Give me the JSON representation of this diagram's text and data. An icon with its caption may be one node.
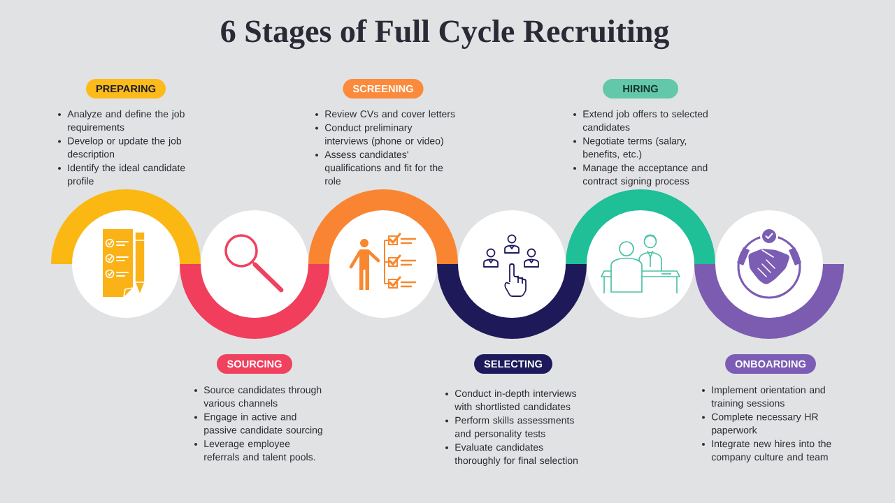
{
  "diagram": {
    "title": "6 Stages of Full Cycle Recruiting",
    "nodes": [
      {
        "text": [
          "PREPARING"
        ],
        "beside": [
          "Analyze and define the job requirements",
          "Develop or update the job description",
          "Identify the ideal candidate profile"
        ]
      },
      {
        "text": [
          "SCREENING"
        ],
        "beside": [
          "Review CVs and cover letters",
          "Conduct preliminary interviews (phone or video)",
          "Assess candidates' qualifications and fit for the role"
        ]
      },
      {
        "text": [
          "HIRING"
        ],
        "beside": [
          "Extend job offers to selected candidates",
          "Negotiate terms (salary, benefits, etc.)",
          "Manage the acceptance and contract signing process"
        ]
      },
      {
        "text": [],
        "shape": "circle"
      },
      {
        "text": [],
        "shape": "circle"
      },
      {
        "text": [],
        "shape": "circle"
      },
      {
        "text": [],
        "shape": "circle"
      },
      {
        "text": [],
        "shape": "circle"
      },
      {
        "text": [],
        "shape": "circle"
      },
      {
        "text": [
          "SOURCING"
        ],
        "beside": [
          "Source candidates through various channels",
          "Engage in active and passive candidate sourcing",
          "Leverage employee referrals and talent pools."
        ]
      },
      {
        "text": [
          "SELECTING"
        ],
        "beside": [
          "Conduct in-depth interviews with shortlisted candidates",
          "Perform skills assessments and personality tests",
          "Evaluate candidates thoroughly for final selection"
        ]
      },
      {
        "text": [
          "ONBOARDING"
        ],
        "beside": [
          "Implement orientation and training sessions",
          "Complete necessary HR paperwork",
          "Integrate new hires into the company culture and team"
        ]
      }
    ]
  }
}
